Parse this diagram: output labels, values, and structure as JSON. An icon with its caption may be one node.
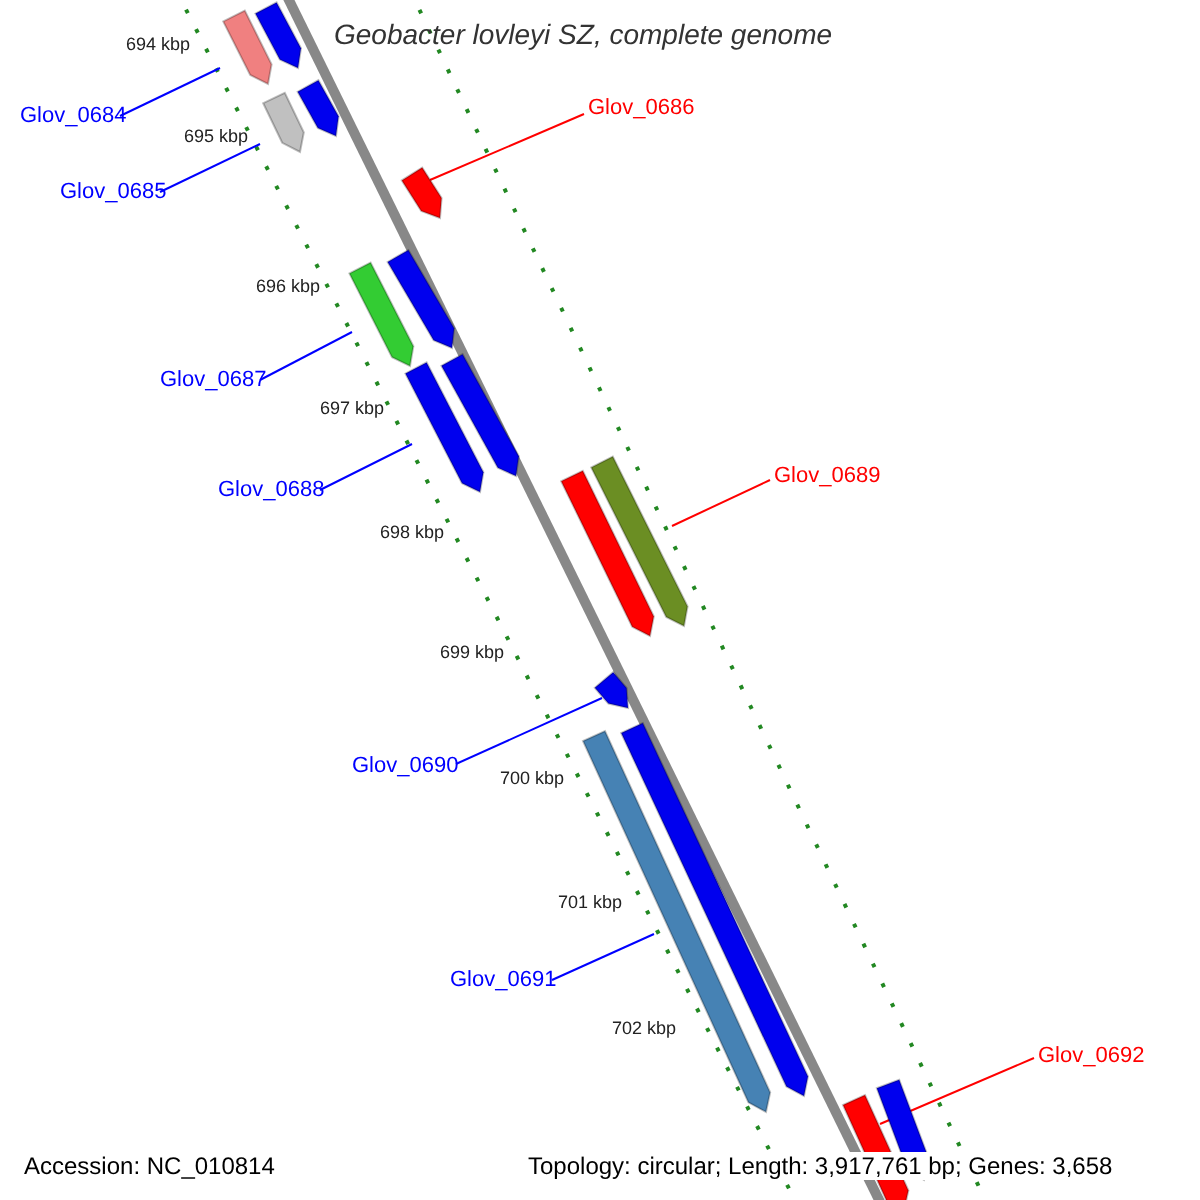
{
  "diagram": {
    "title": "Geobacter lovleyi SZ, complete genome",
    "nodes": [
      {
        "text": [
          "Glov_0684"
        ]
      },
      {
        "text": [],
        "shape": "bar"
      },
      {
        "text": [
          "Glov_0685"
        ]
      },
      {
        "text": [],
        "shape": "bar"
      },
      {
        "text": [
          "Glov_0686"
        ]
      },
      {
        "text": [],
        "shape": "bar"
      },
      {
        "text": [
          "Glov_0687"
        ]
      },
      {
        "text": [],
        "shape": "bar"
      },
      {
        "text": [
          "Glov_0688"
        ]
      },
      {
        "text": [],
        "shape": "bar"
      },
      {
        "text": [
          "Glov_0689"
        ]
      },
      {
        "text": [],
        "shape": "bar"
      },
      {
        "text": [
          "Glov_0690"
        ]
      },
      {
        "text": [],
        "shape": "bar"
      },
      {
        "text": [
          "Glov_0691"
        ]
      },
      {
        "text": [],
        "shape": "bar"
      },
      {
        "text": [
          "Glov_0692"
        ]
      },
      {
        "text": [],
        "shape": "bar"
      },
      {
        "text": [],
        "shape": "bar"
      },
      {
        "text": [],
        "shape": "bar"
      },
      {
        "text": [],
        "shape": "bar"
      },
      {
        "text": [],
        "shape": "bar"
      },
      {
        "text": [],
        "shape": "bar"
      },
      {
        "text": [],
        "shape": "bar"
      },
      {
        "text": [],
        "shape": "bar"
      }
    ],
    "edges": [
      {
        "from": 0,
        "to": 1,
        "arrow": "none"
      },
      {
        "from": 2,
        "to": 3,
        "arrow": "none"
      },
      {
        "from": 4,
        "to": 5,
        "arrow": "none",
        "color": "#ff0000"
      },
      {
        "from": 6,
        "to": 7,
        "arrow": "none"
      },
      {
        "from": 8,
        "to": 9,
        "arrow": "none"
      },
      {
        "from": 10,
        "to": 11,
        "arrow": "none",
        "color": "#ff0000"
      },
      {
        "from": 12,
        "to": 13,
        "arrow": "none"
      },
      {
        "from": 14,
        "to": 15,
        "arrow": "none"
      },
      {
        "from": 16,
        "to": 17,
        "arrow": "none",
        "color": "#ff0000"
      }
    ],
    "labels": [
      "694 kbp",
      "695 kbp",
      "696 kbp",
      "697 kbp",
      "698 kbp",
      "699 kbp",
      "700 kbp",
      "701 kbp",
      "702 kbp",
      "Accession: NC_010814",
      "Topology: circular; Length: 3,917,761 bp; Genes: 3,658"
    ]
  }
}
